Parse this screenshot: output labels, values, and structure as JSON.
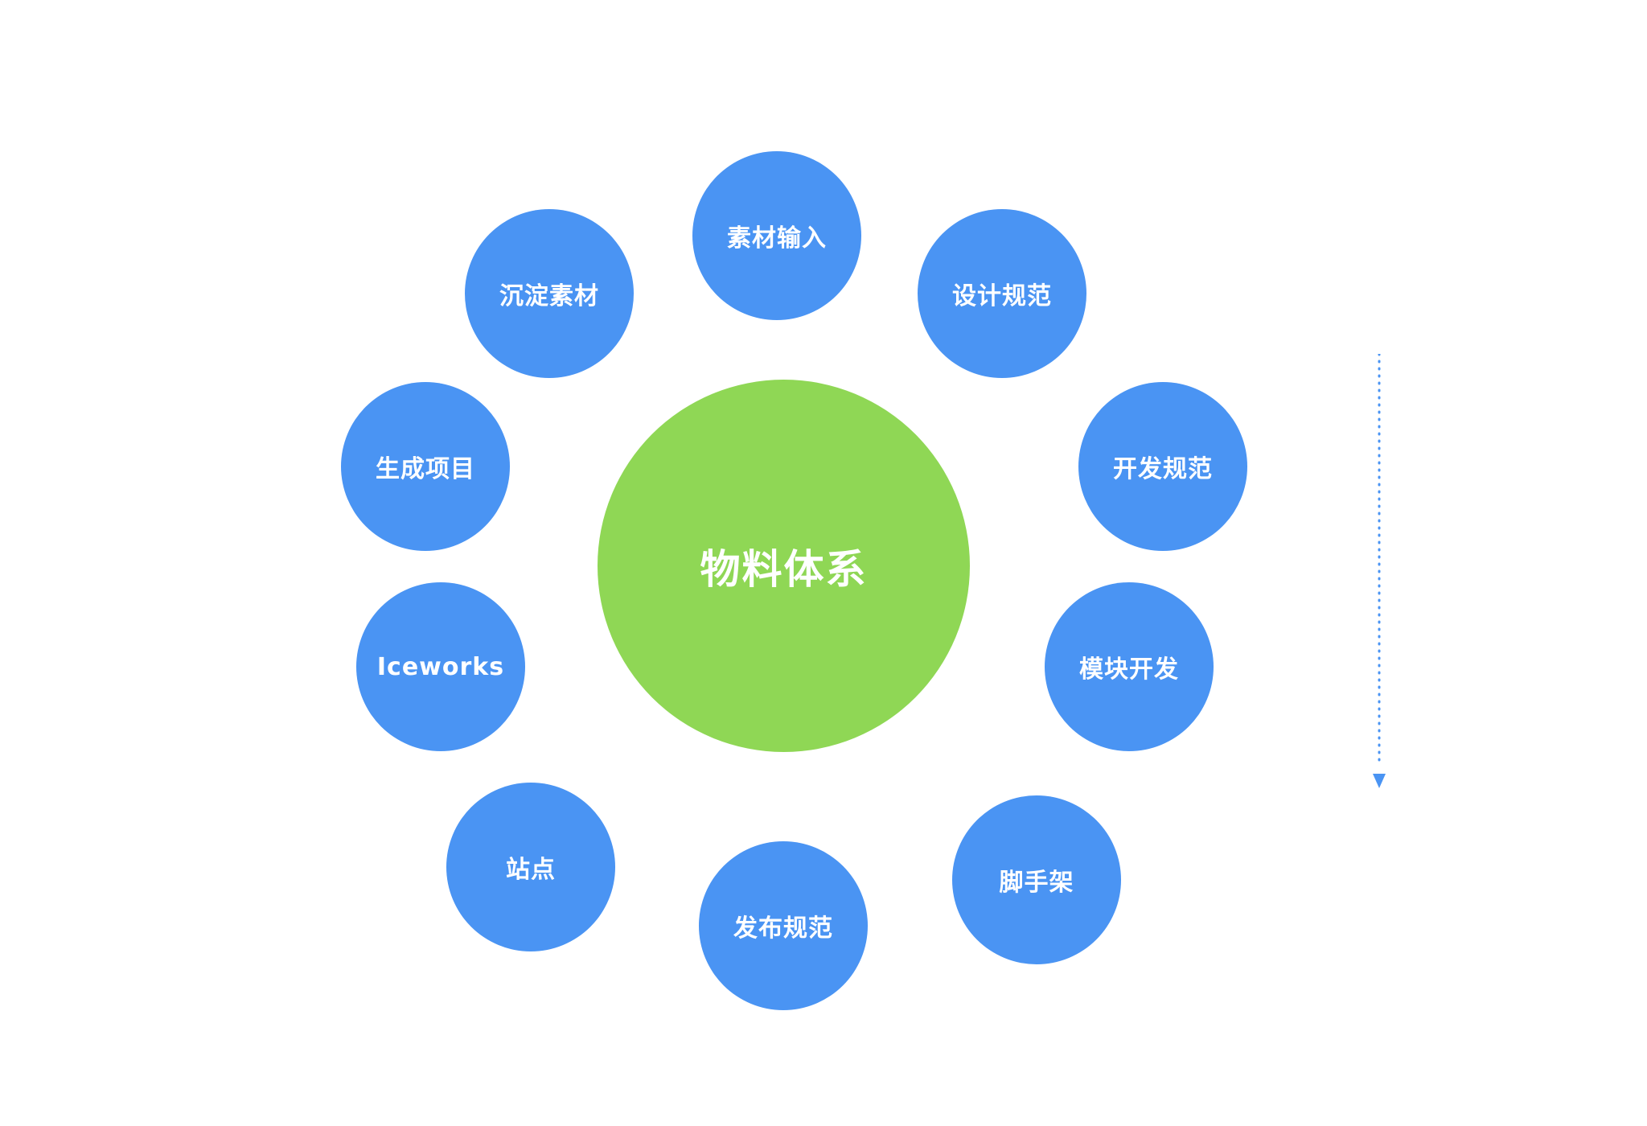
{
  "diagram": {
    "center": {
      "label": "物料体系",
      "color": "#8fd755"
    },
    "node_color": "#4a94f3",
    "nodes": [
      {
        "id": "n0",
        "label": "素材输入"
      },
      {
        "id": "n1",
        "label": "设计规范"
      },
      {
        "id": "n2",
        "label": "开发规范"
      },
      {
        "id": "n3",
        "label": "模块开发"
      },
      {
        "id": "n4",
        "label": "脚手架"
      },
      {
        "id": "n5",
        "label": "发布规范"
      },
      {
        "id": "n6",
        "label": "站点"
      },
      {
        "id": "n7",
        "label": "Iceworks"
      },
      {
        "id": "n8",
        "label": "生成项目"
      },
      {
        "id": "n9",
        "label": "沉淀素材"
      }
    ],
    "flow_arrow": {
      "direction": "down",
      "style": "dotted",
      "color": "#4a94f3"
    }
  }
}
